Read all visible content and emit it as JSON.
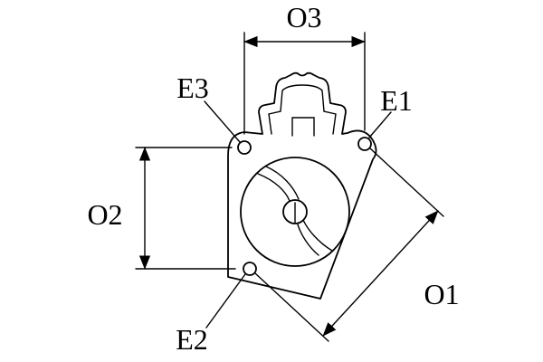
{
  "labels": {
    "o3": "O3",
    "e3": "E3",
    "e1": "E1",
    "o2": "O2",
    "e2": "E2",
    "o1": "O1"
  },
  "colors": {
    "line": "#000000",
    "background": "#ffffff"
  }
}
